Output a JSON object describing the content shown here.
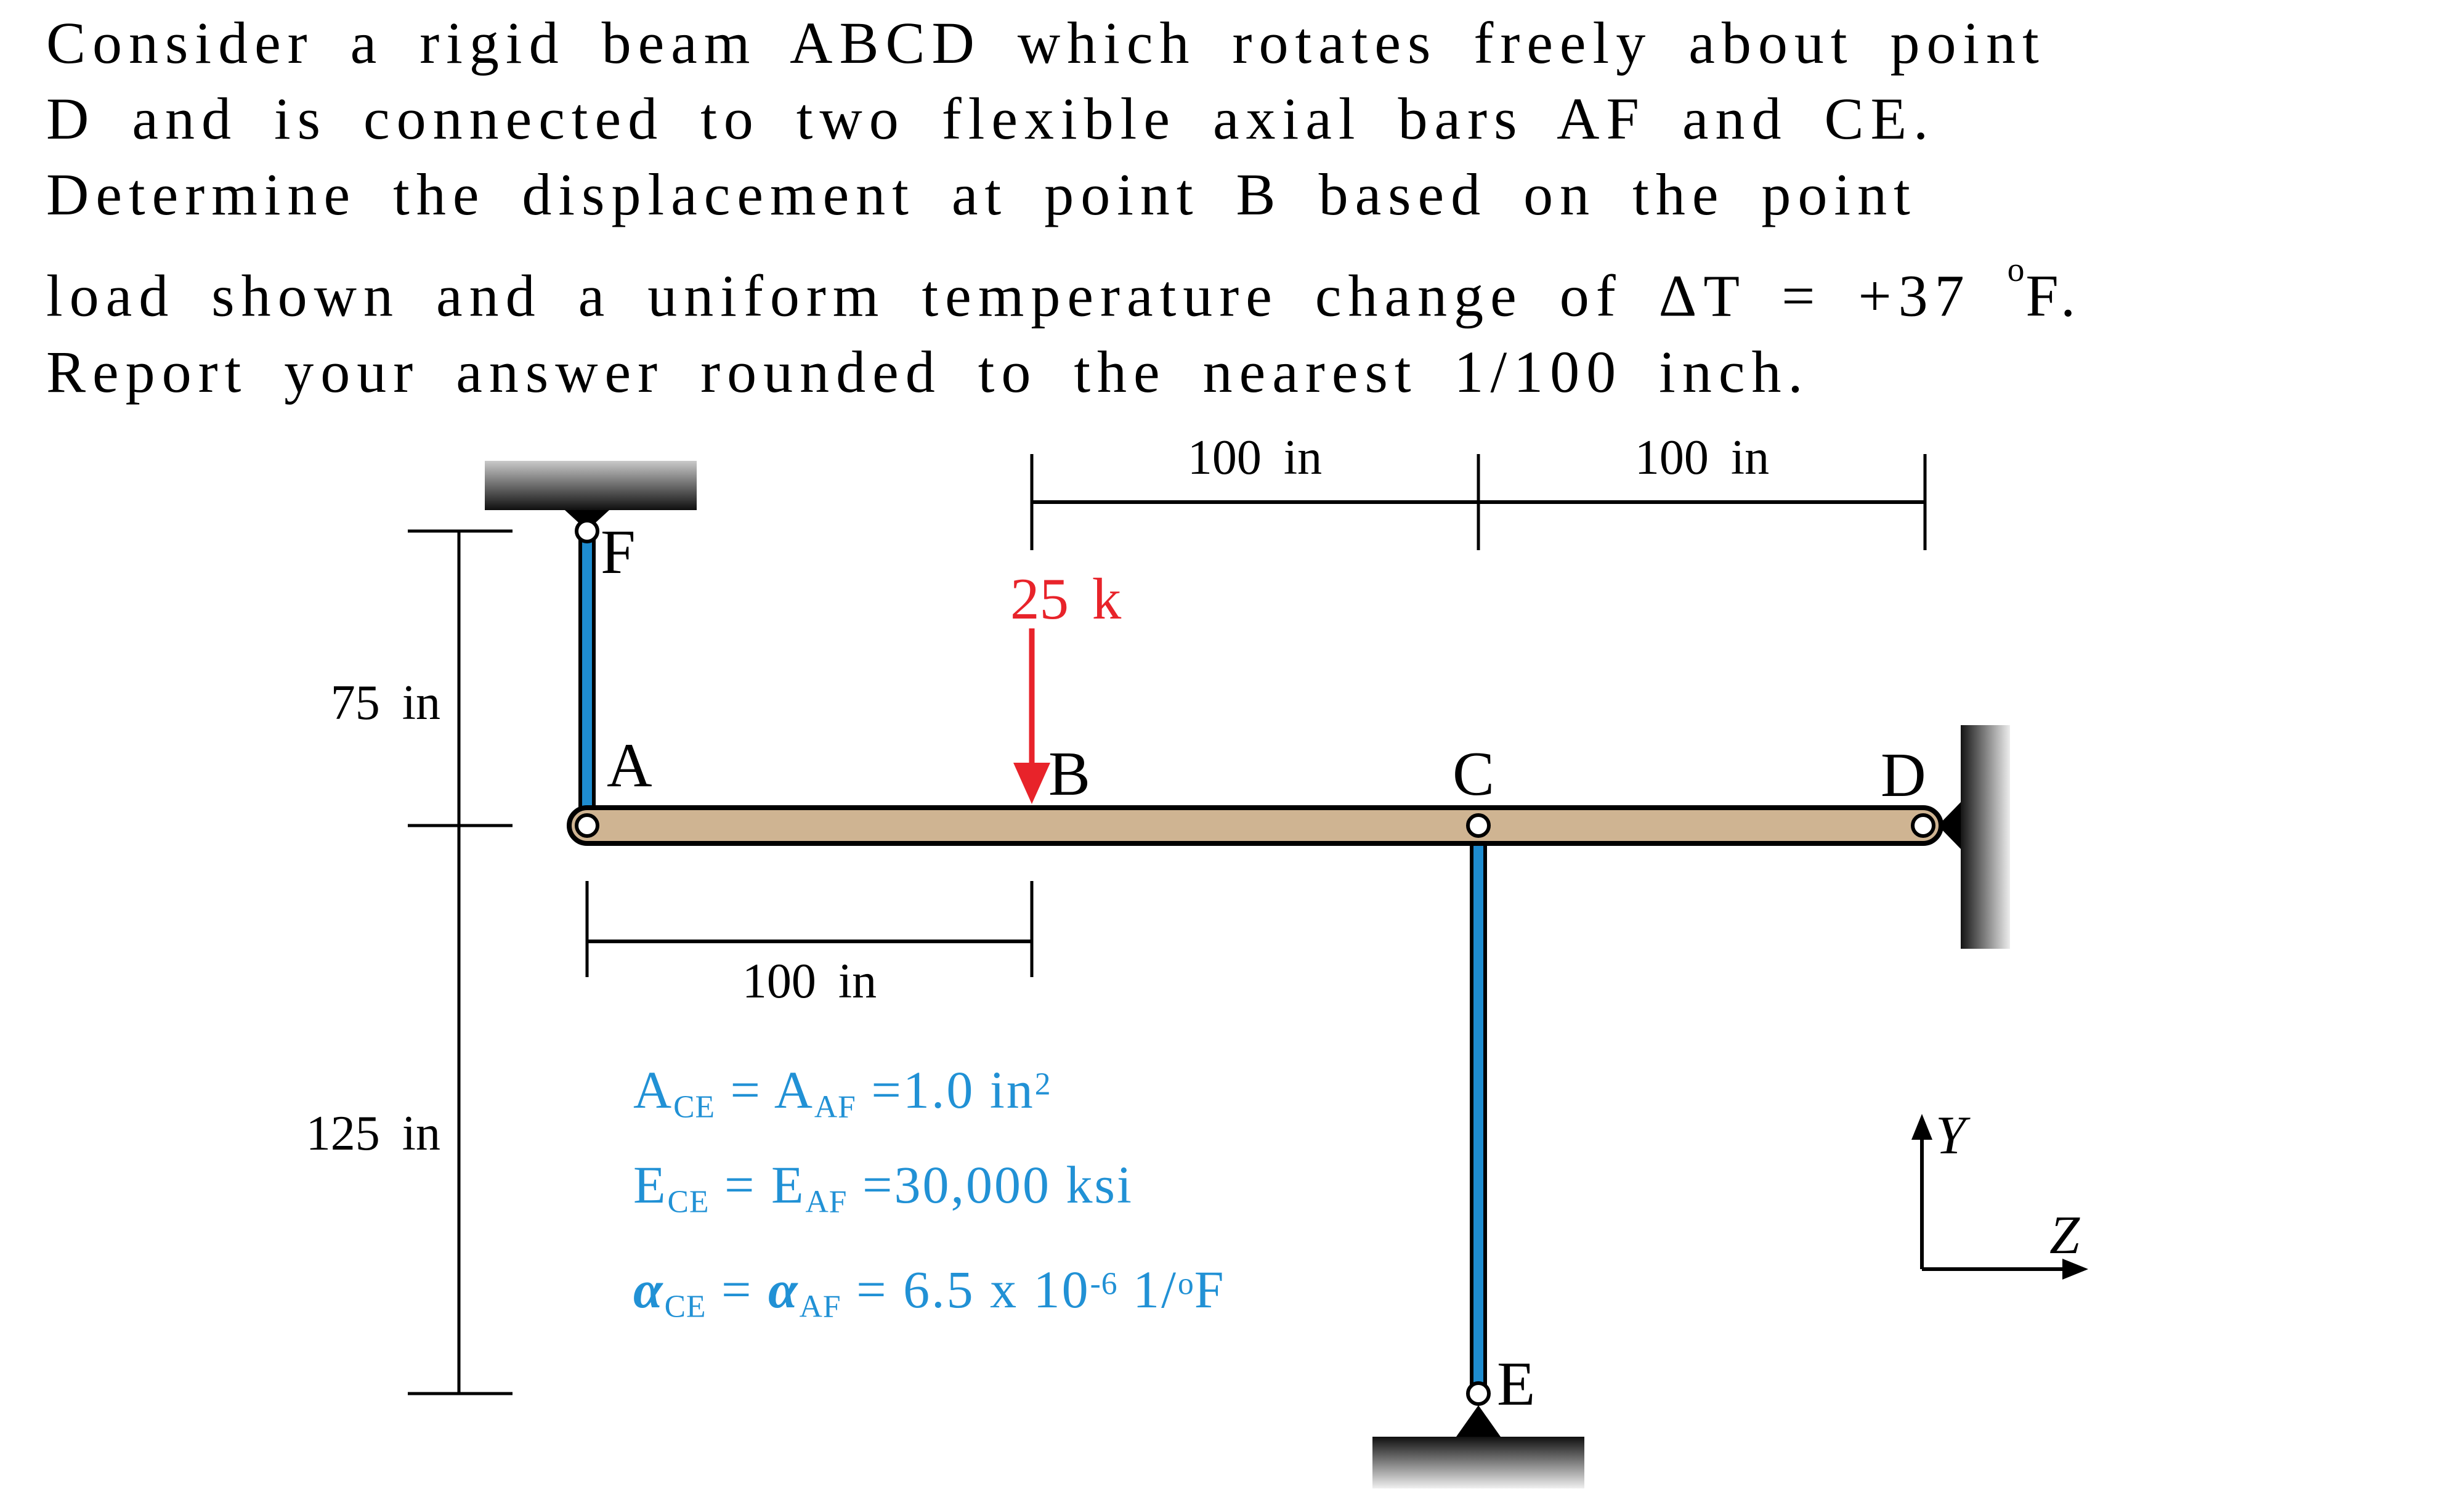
{
  "problem": {
    "line1": "Consider a rigid beam ABCD which rotates freely about point",
    "line2": "D and is connected to two flexible axial bars AF and CE.",
    "line3": "Determine the displacement at point B based on the point",
    "line4_pre": "load shown and a uniform temperature change of ΔT = +37 ",
    "line4_degree": "o",
    "line4_post": "F.",
    "line5": "Report your answer rounded to the nearest 1/100 inch."
  },
  "diagram": {
    "load": {
      "label": "25 k"
    },
    "dimensions": {
      "top_left": "100 in",
      "top_right": "100 in",
      "bottom": "100 in",
      "left_upper": "75 in",
      "left_lower": "125 in"
    },
    "points": {
      "a": "A",
      "b": "B",
      "c": "C",
      "d": "D",
      "e": "E",
      "f": "F"
    },
    "axes": {
      "vertical": "Y",
      "horizontal": "Z"
    },
    "properties": {
      "area": {
        "lead": "A",
        "sub1": "CE",
        "eq": " = ",
        "lead2": "A",
        "sub2": "AF",
        "tail": " =1.0 in",
        "sup": "2"
      },
      "modulus": {
        "lead": "E",
        "sub1": "CE",
        "eq": " = ",
        "lead2": "E",
        "sub2": "AF",
        "tail": " =30,000 ksi"
      },
      "expansion": {
        "lead": "α",
        "sub1": "CE",
        "eq": " = ",
        "lead2": "α",
        "sub2": "AF",
        "tail": " = 6.5 x 10",
        "sup": "-6",
        "unit_pre": " 1/",
        "unit_deg": "o",
        "unit_post": "F"
      }
    },
    "colors": {
      "bar_blue": "#1e8cd0",
      "beam_tan": "#cfb492",
      "load_red": "#e8232a",
      "property_blue": "#2191d5"
    }
  }
}
